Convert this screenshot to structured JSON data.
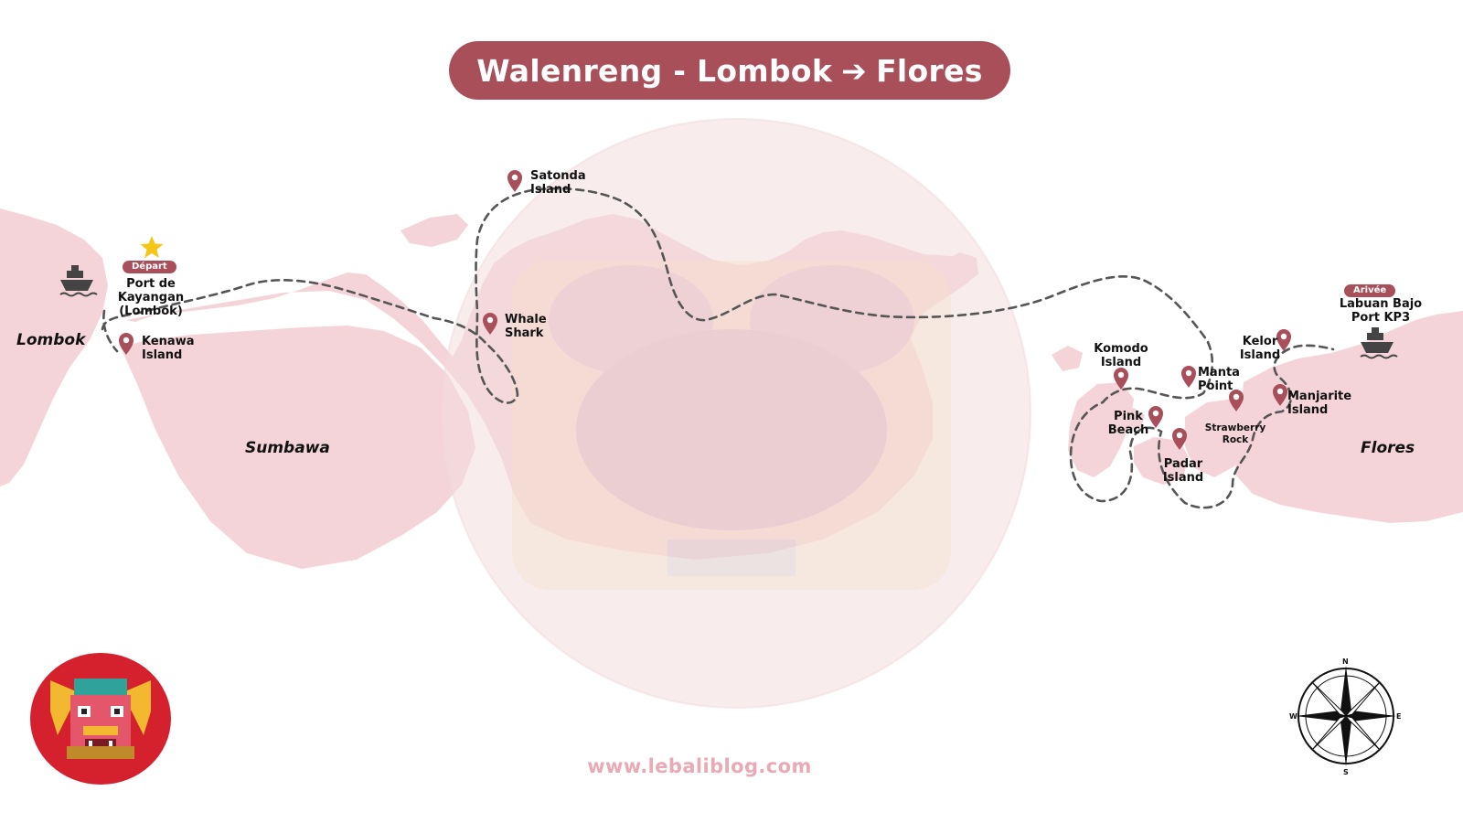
{
  "title": {
    "text_left": "Walenreng - Lombok",
    "arrow_glyph": "➔",
    "text_right": "Flores"
  },
  "regions": {
    "lombok": "Lombok",
    "sumbawa": "Sumbawa",
    "flores": "Flores"
  },
  "start": {
    "badge": "Départ",
    "line1": "Port de Kayangan",
    "line2": "(Lombok)"
  },
  "end": {
    "badge": "Arivée",
    "line1": "Labuan Bajo",
    "line2": "Port KP3"
  },
  "stops": {
    "kenawa": {
      "line1": "Kenawa",
      "line2": "Island"
    },
    "satonda": {
      "line1": "Satonda",
      "line2": "Island"
    },
    "whale": {
      "line1": "Whale",
      "line2": "Shark"
    },
    "komodo": {
      "line1": "Komodo",
      "line2": "Island"
    },
    "manta": {
      "line1": "Manta",
      "line2": "Point"
    },
    "kelor": {
      "line1": "Kelor",
      "line2": "Island"
    },
    "pink": {
      "line1": "Pink",
      "line2": "Beach"
    },
    "strawberry": {
      "line1": "Strawberry",
      "line2": "Rock"
    },
    "manjarite": {
      "line1": "Manjarite",
      "line2": "Island"
    },
    "padar": {
      "line1": "Padar",
      "line2": "Island"
    }
  },
  "website": "www.lebaliblog.com",
  "compass": {
    "n": "N",
    "s": "S",
    "e": "E",
    "w": "W"
  },
  "colors": {
    "accent": "#a94f5a",
    "land": "#f4d4d9",
    "route": "#555555",
    "star": "#f5c518",
    "logo_bg": "#d5202e",
    "url": "#e9aab3"
  },
  "icons": {
    "pin": "map-pin-icon",
    "ship": "ship-icon",
    "star": "star-icon",
    "compass": "compass-rose-icon"
  }
}
